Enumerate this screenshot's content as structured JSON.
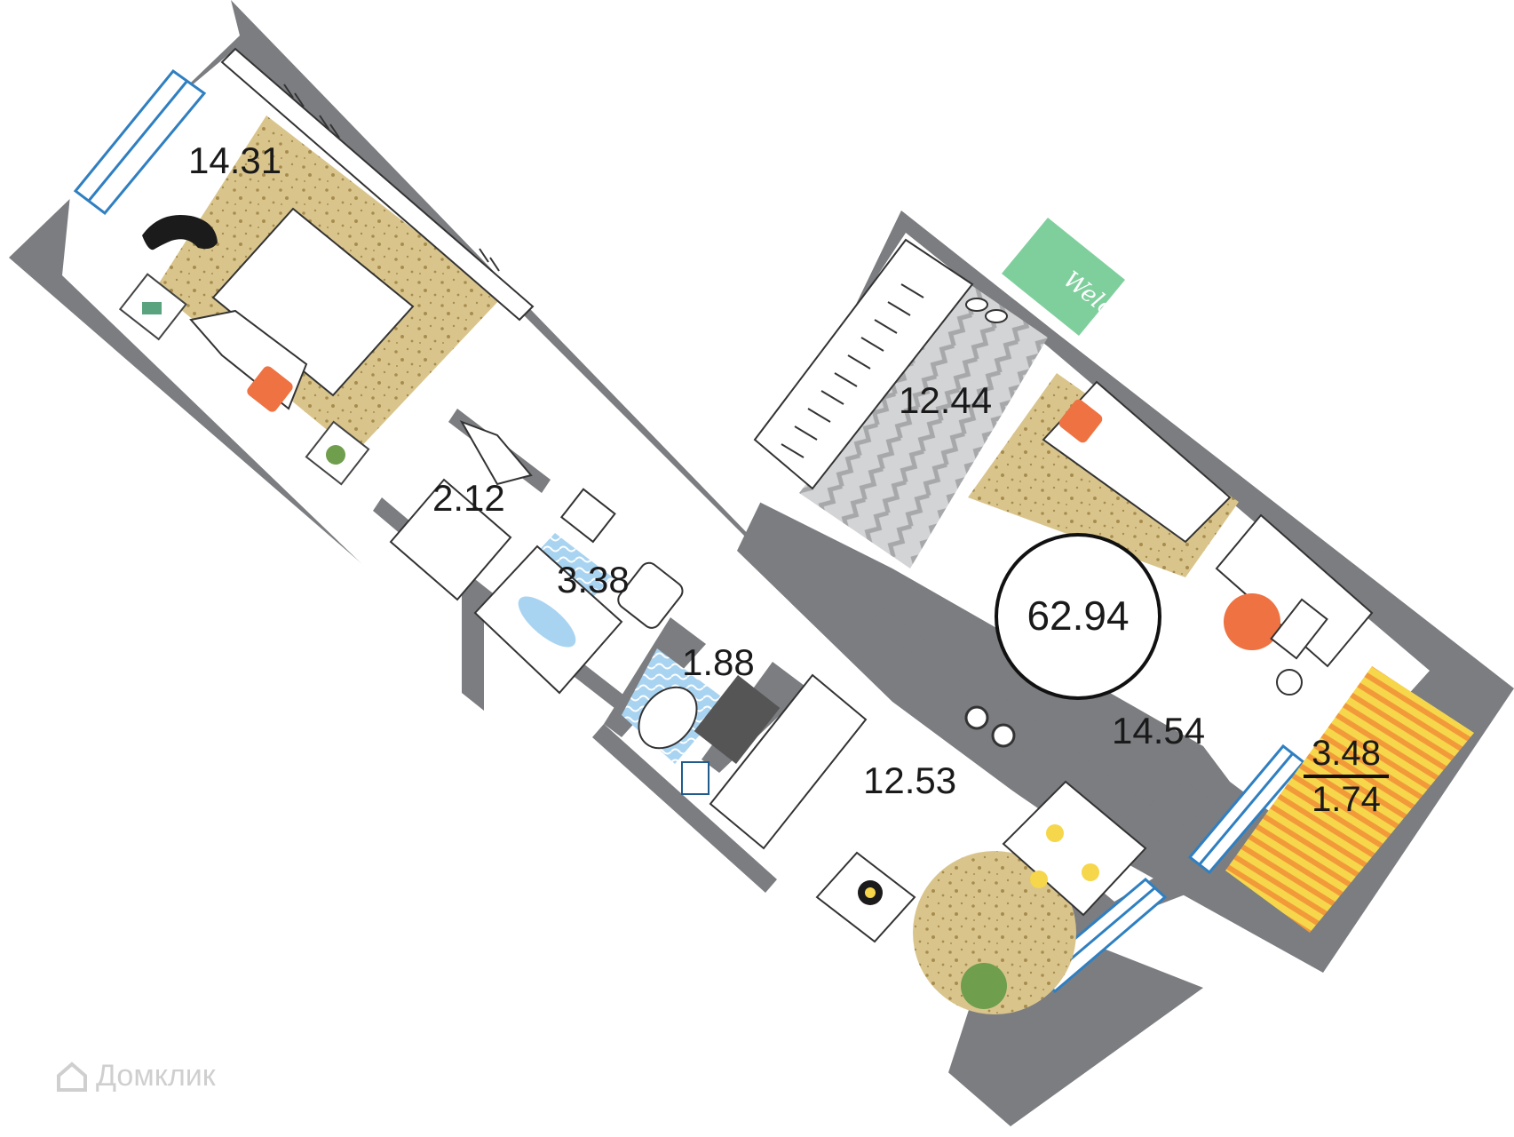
{
  "plan": {
    "total_area": "62.94",
    "rooms": [
      {
        "id": "bedroom-1",
        "area": "14.31"
      },
      {
        "id": "hallway",
        "area": "12.44"
      },
      {
        "id": "bedroom-2",
        "area": "14.54"
      },
      {
        "id": "wardrobe",
        "area": "2.12"
      },
      {
        "id": "bathroom",
        "area": "3.38"
      },
      {
        "id": "toilet",
        "area": "1.88"
      },
      {
        "id": "kitchen",
        "area": "12.53"
      }
    ],
    "balcony": {
      "area": "3.48",
      "reduced_area": "1.74"
    },
    "doormat_text": "Welcome"
  },
  "watermark": {
    "text": "Домклик"
  },
  "colors": {
    "wall": "#7b7d80",
    "rug_sand": "#d9c58c",
    "hall_rug": "#c8c9cb",
    "window": "#2f7fc1",
    "balcony_stripe_a": "#f29a3a",
    "balcony_stripe_b": "#f6d64a",
    "doormat": "#7fcf9d",
    "bath_blue": "#a9d4f1",
    "pillow": "#ee7242"
  },
  "icons": [
    "cat-icon",
    "bed-icon",
    "pillow-icon",
    "plant-icon",
    "bathtub-icon",
    "sink-icon",
    "toilet-icon",
    "stove-icon",
    "dining-table-icon",
    "desk-chair-icon",
    "computer-icon",
    "slippers-icon",
    "house-logo-icon"
  ]
}
